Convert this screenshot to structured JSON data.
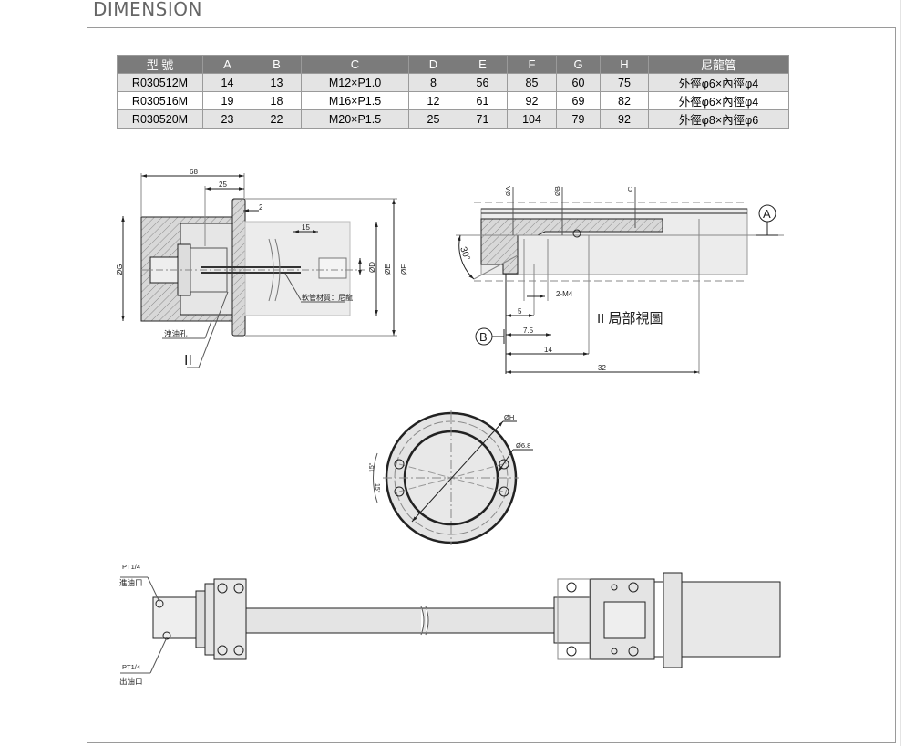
{
  "title": "DIMENSION",
  "table": {
    "headers": [
      "型 號",
      "A",
      "B",
      "C",
      "D",
      "E",
      "F",
      "G",
      "H",
      "尼龍管"
    ],
    "rows": [
      [
        "R030512M",
        "14",
        "13",
        "M12×P1.0",
        "8",
        "56",
        "85",
        "60",
        "75",
        "外徑φ6×內徑φ4"
      ],
      [
        "R030516M",
        "19",
        "18",
        "M16×P1.5",
        "12",
        "61",
        "92",
        "69",
        "82",
        "外徑φ6×內徑φ4"
      ],
      [
        "R030520M",
        "23",
        "22",
        "M20×P1.5",
        "25",
        "71",
        "104",
        "79",
        "92",
        "外徑φ8×內徑φ6"
      ]
    ]
  },
  "section_view": {
    "dim_68": "68",
    "dim_25": "25",
    "dim_2": "2",
    "dim_15": "15",
    "dia_g": "ØG",
    "dia_d": "ØD",
    "dia_e": "ØE",
    "dia_f": "ØF",
    "tube_material": "軟管材質：尼龍",
    "drain_hole": "洩油孔",
    "detail_marker": "II"
  },
  "detail_view": {
    "dia_a": "ØA",
    "dia_b": "ØB",
    "c": "C",
    "datum_a": "A",
    "datum_b": "B",
    "angle": "30°",
    "thread": "2-M4",
    "dim_5": "5",
    "dim_7_5": "7.5",
    "dim_14": "14",
    "dim_32": "32",
    "caption": "II 局部視圖"
  },
  "flange_view": {
    "dia_h": "ØH",
    "hole": "Ø6.8",
    "angle_top": "15°",
    "angle_bottom": "15°"
  },
  "assembly_view": {
    "inlet_thread": "PT1/4",
    "inlet_label": "進油口",
    "outlet_thread": "PT1/4",
    "outlet_label": "出油口"
  }
}
